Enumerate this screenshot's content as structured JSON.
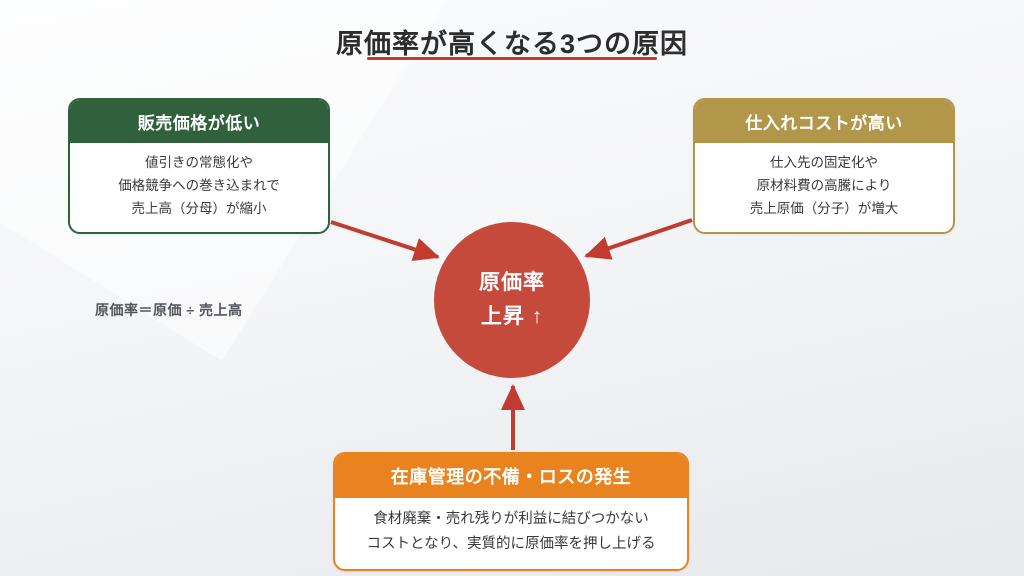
{
  "page": {
    "title": "原価率が高くなる3つの原因"
  },
  "formula": {
    "text": "原価率＝原価 ÷ 売上高"
  },
  "center": {
    "line1": "原価率",
    "line2": "上昇 ↑"
  },
  "causes": {
    "sales_price": {
      "header": "販売価格が低い",
      "lines": [
        "値引きの常態化や",
        "価格競争への巻き込まれで",
        "売上高（分母）が縮小"
      ],
      "color": "#31603d"
    },
    "purchase_cost": {
      "header": "仕入れコストが高い",
      "lines": [
        "仕入先の固定化や",
        "原材料費の高騰により",
        "売上原価（分子）が増大"
      ],
      "color": "#b2974a"
    },
    "inventory_loss": {
      "header": "在庫管理の不備・ロスの発生",
      "lines": [
        "食材廃棄・売れ残りが利益に結びつかない",
        "コストとなり、実質的に原価率を押し上げる"
      ],
      "color": "#e9831f"
    }
  },
  "colors": {
    "accent_red": "#c13b2e",
    "circle_red": "#c64a3c",
    "title_text": "#2d2d2d",
    "body_text": "#3a3a3a",
    "formula_text": "#54575c",
    "background_top": "#fbfcfd",
    "background_bottom": "#e7e9ec"
  }
}
